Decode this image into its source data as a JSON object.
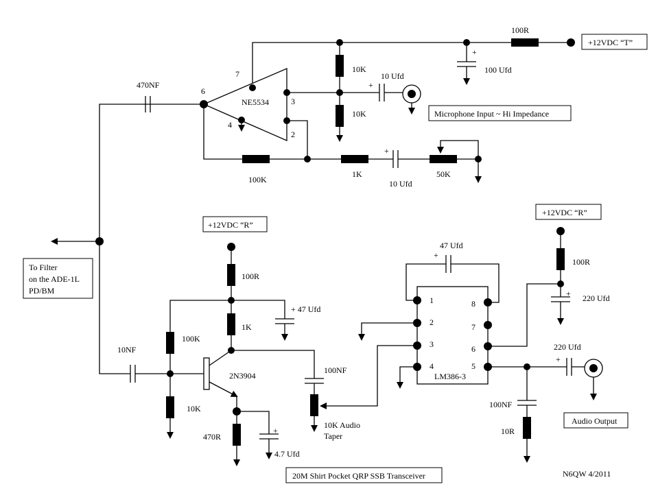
{
  "title": "20M Shirt Pocket QRP SSB Transceiver",
  "author": "N6QW 4/2011",
  "supplies": {
    "tx": "+12VDC “T”",
    "rx_pre": "+12VDC “R”",
    "rx_amp": "+12VDC “R”"
  },
  "mic_input": "Microphone Input ~ Hi Impedance",
  "audio_output": "Audio Output",
  "to_filter": [
    "To Filter",
    "on the ADE-1L",
    "PD/BM"
  ],
  "ic1": {
    "name": "NE5534",
    "pins": {
      "p7": "7",
      "p6": "6",
      "p3": "3",
      "p2": "2",
      "p4": "4"
    }
  },
  "ic2": {
    "name": "LM386-3",
    "pins_left": [
      "1",
      "2",
      "3",
      "4"
    ],
    "pins_right": [
      "8",
      "7",
      "6",
      "5"
    ]
  },
  "transistor": "2N3904",
  "pot_label": [
    "10K Audio",
    "Taper"
  ],
  "components": {
    "r100_tx": "100R",
    "c100u": "100 Ufd",
    "r10k_top": "10K",
    "r10k_bot": "10K",
    "c10u_mic": "10 Ufd",
    "c470n": "470NF",
    "r100k_fb": "100K",
    "r1k_gain": "1K",
    "c10u_gain": "10 Ufd",
    "pot50k": "50K",
    "r100_pre": "100R",
    "c47u_pre": "+ 47 Ufd",
    "r1k_coll": "1K",
    "r100k_base": "100K",
    "r10k_base": "10K",
    "c10n": "10NF",
    "r470": "470R",
    "c4u7": "4.7 Ufd",
    "c100n_vol": "100NF",
    "c47u_gain": "47 Ufd",
    "r100_amp": "100R",
    "c220u_byp": "220 Ufd",
    "c220u_out": "220 Ufd",
    "c100n_zob": "100NF",
    "r10_zob": "10R"
  }
}
